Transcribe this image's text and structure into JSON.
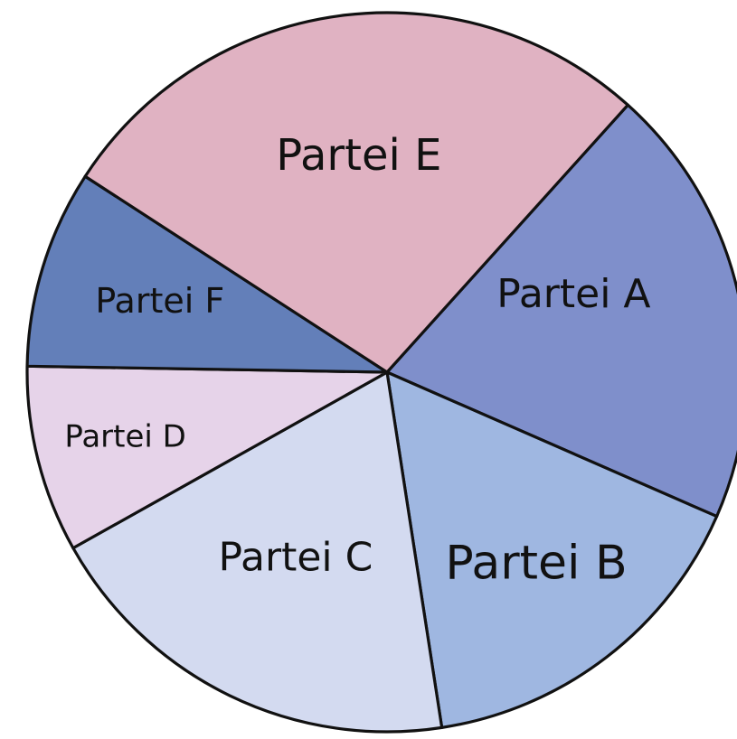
{
  "chart_data": {
    "type": "pie",
    "categories": [
      "Partei A",
      "Partei B",
      "Partei C",
      "Partei D",
      "Partei F",
      "Partei E"
    ],
    "values": [
      19.9,
      16.0,
      19.3,
      8.4,
      8.9,
      27.5
    ],
    "colors": [
      "#7f8fcb",
      "#9fb7e1",
      "#d3daf0",
      "#e6d3e9",
      "#637fb9",
      "#e0b2c2"
    ],
    "start_angle_deg": 42,
    "direction": "clockwise",
    "legend": "none",
    "title": ""
  }
}
